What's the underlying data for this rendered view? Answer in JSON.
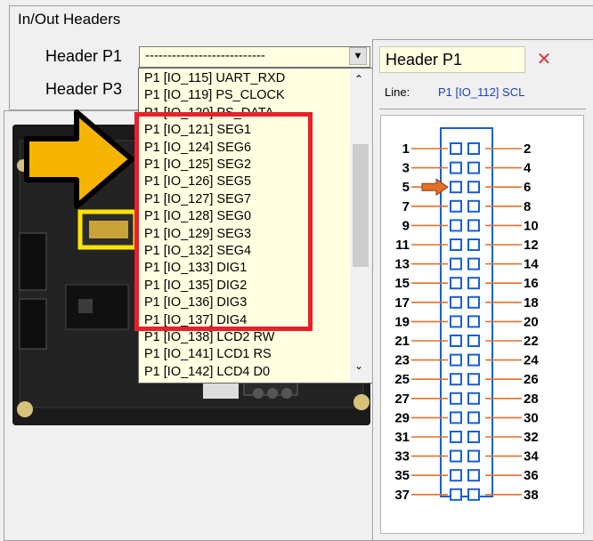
{
  "group": {
    "title": "In/Out Headers"
  },
  "header_p1": {
    "label": "Header P1",
    "selected": "---------------------------"
  },
  "header_p3": {
    "label": "Header P3"
  },
  "dropdown": {
    "items": [
      "P1 [IO_115] UART_RXD",
      "P1 [IO_119] PS_CLOCK",
      "P1 [IO_120] PS_DATA",
      "P1 [IO_121] SEG1",
      "P1 [IO_124] SEG6",
      "P1 [IO_125] SEG2",
      "P1 [IO_126] SEG5",
      "P1 [IO_127] SEG7",
      "P1 [IO_128] SEG0",
      "P1 [IO_129] SEG3",
      "P1 [IO_132] SEG4",
      "P1 [IO_133] DIG1",
      "P1 [IO_135] DIG2",
      "P1 [IO_136] DIG3",
      "P1 [IO_137] DIG4",
      "P1 [IO_138] LCD2 RW",
      "P1 [IO_141] LCD1 RS",
      "P1 [IO_142] LCD4 D0"
    ]
  },
  "popup": {
    "title": "Header P1",
    "line_label": "Line:",
    "line_value": "P1 [IO_112] SCL",
    "pins_left": [
      "1",
      "3",
      "5",
      "7",
      "9",
      "11",
      "13",
      "15",
      "17",
      "19",
      "21",
      "23",
      "25",
      "27",
      "29",
      "31",
      "33",
      "35",
      "37"
    ],
    "pins_right": [
      "2",
      "4",
      "6",
      "8",
      "10",
      "12",
      "14",
      "16",
      "18",
      "20",
      "22",
      "24",
      "26",
      "28",
      "30",
      "32",
      "34",
      "36",
      "38"
    ],
    "highlighted_pin": "5"
  },
  "colors": {
    "accent_red": "#e8202b",
    "arrow_yellow": "#f5b400",
    "pin_blue": "#1a5fd0",
    "line_orange": "#e0702a",
    "tooltip_bg": "#ffffe1"
  }
}
